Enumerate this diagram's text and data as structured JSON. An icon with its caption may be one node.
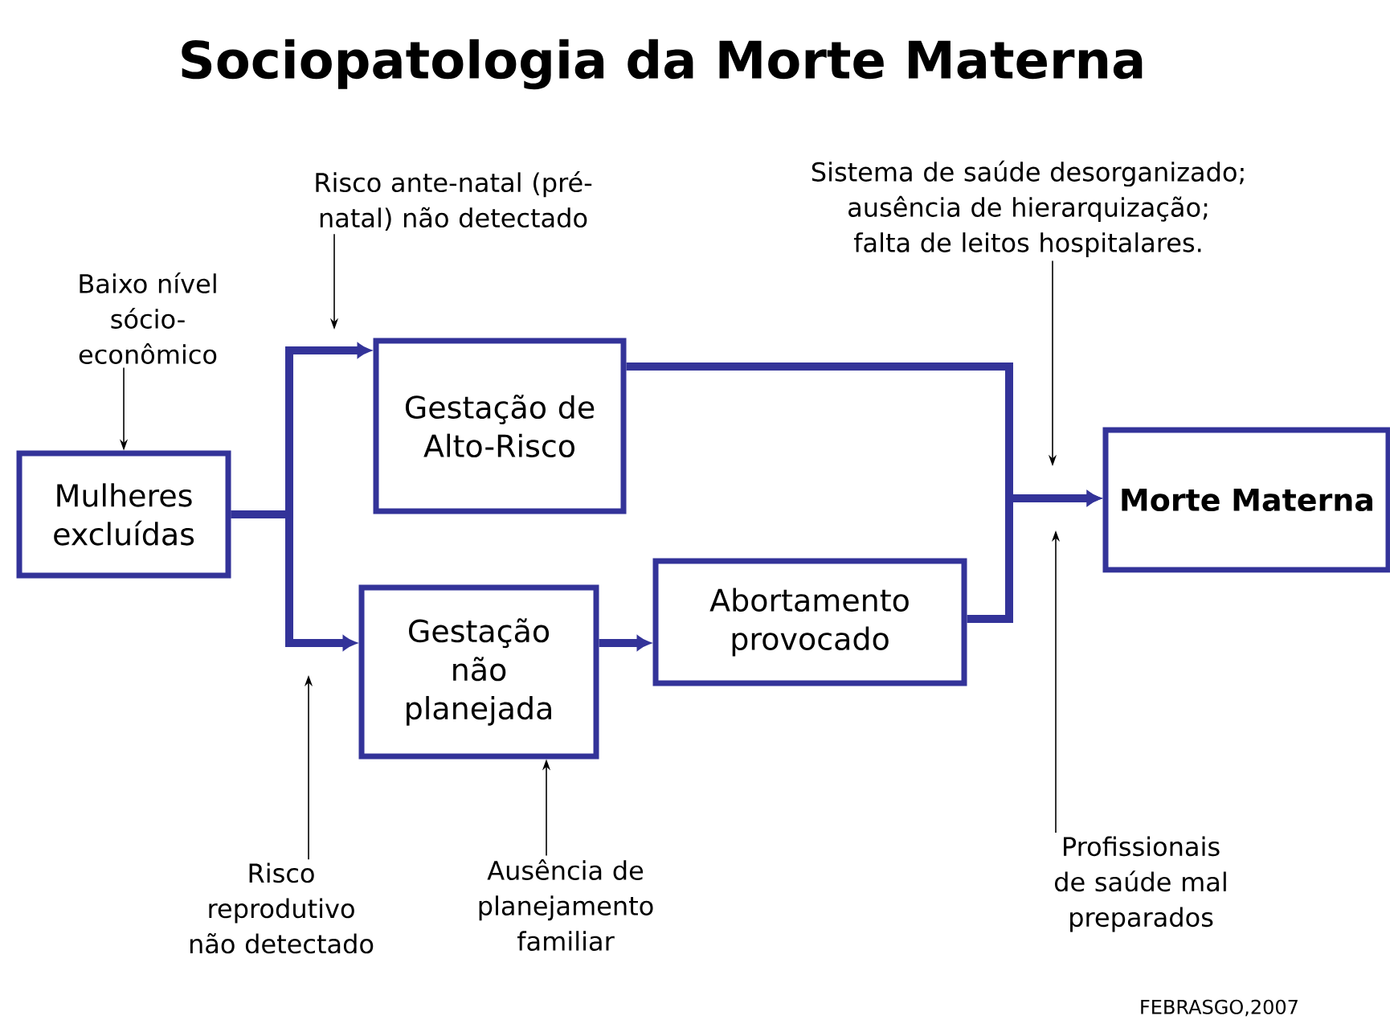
{
  "diagram": {
    "title": "Sociopatologia da  Morte Materna",
    "nodes": [
      {
        "text": [
          "Mulheres excluídas"
        ]
      },
      {
        "text": [
          "Gestação de Alto-Risco"
        ]
      },
      {
        "text": [
          "Gestação não planejada"
        ]
      },
      {
        "text": [
          "Abortamento provocado"
        ]
      },
      {
        "text": [
          "Morte Materna"
        ]
      },
      {
        "text": [
          "Baixo nível sócio-econômico"
        ]
      },
      {
        "text": [
          "Risco ante-natal (pré-natal) não detectado"
        ]
      },
      {
        "text": [
          "Risco reprodutivo não detectado"
        ]
      },
      {
        "text": [
          "Ausência de planejamento familiar"
        ]
      },
      {
        "text": [
          "Sistema de saúde desorganizado; ausência de hierarquização; falta de leitos hospitalares."
        ]
      },
      {
        "text": [
          "Profissionais de saúde mal preparados"
        ]
      }
    ],
    "edges": [
      {
        "from": 0,
        "to": 1,
        "arrow": "to",
        "style": "thick",
        "color": "#333399"
      },
      {
        "from": 0,
        "to": 2,
        "arrow": "to",
        "style": "thick",
        "color": "#333399"
      },
      {
        "from": 2,
        "to": 3,
        "arrow": "to",
        "style": "thick",
        "color": "#333399"
      },
      {
        "from": 1,
        "to": 4,
        "arrow": "to",
        "style": "thick",
        "color": "#333399"
      },
      {
        "from": 3,
        "to": 4,
        "arrow": "to",
        "style": "thick",
        "color": "#333399"
      },
      {
        "from": 5,
        "to": 0,
        "arrow": "to"
      },
      {
        "from": 6,
        "to": null,
        "arrow": "to"
      },
      {
        "from": 7,
        "to": null,
        "arrow": "to"
      },
      {
        "from": 8,
        "to": 2,
        "arrow": "to"
      },
      {
        "from": 9,
        "to": null,
        "arrow": "to"
      },
      {
        "from": 10,
        "to": null,
        "arrow": "to"
      }
    ],
    "labels": [
      "FEBRASGO,2007"
    ]
  }
}
